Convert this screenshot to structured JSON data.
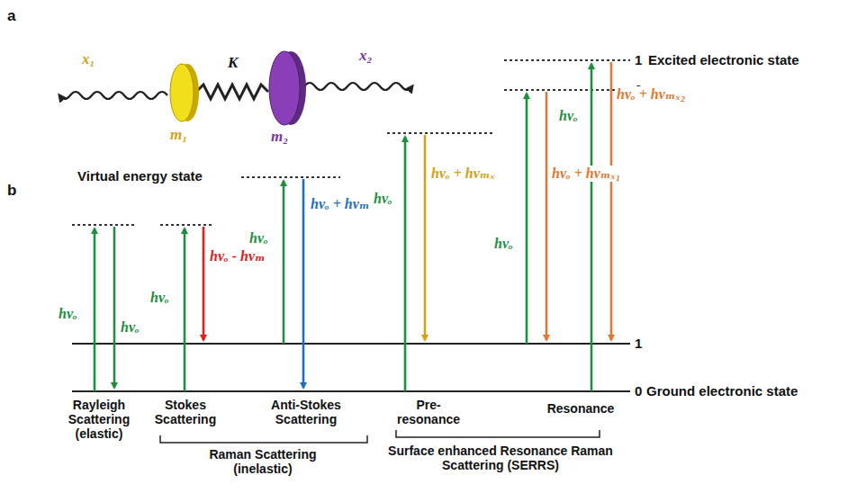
{
  "diagram": {
    "labels": [
      "a",
      "x₁",
      "K",
      "m₁",
      "m₂",
      "x₂",
      "b",
      "Virtual energy state",
      "1",
      "Excited electronic state",
      "0",
      "hνₒ",
      "hνₒ",
      "hνₒ",
      "hνₒ - hνₘ",
      "hνₒ",
      "hνₒ + hνₘ",
      "hνₒ",
      "hνₒ + hνₘₓ",
      "hνₒ",
      "hνₒ",
      "hνₒ + hνₘₓ₁",
      "hνₒ + hνₘₓ₂",
      "1",
      "0",
      "Ground electronic state",
      "Rayleigh Scattering (elastic)",
      "Stokes Scattering",
      "Anti-Stokes Scattering",
      "Pre- resonance",
      "Resonance",
      "Raman Scattering (inelastic)",
      "Surface enhanced Resonance Raman Scattering (SERRS)"
    ]
  }
}
